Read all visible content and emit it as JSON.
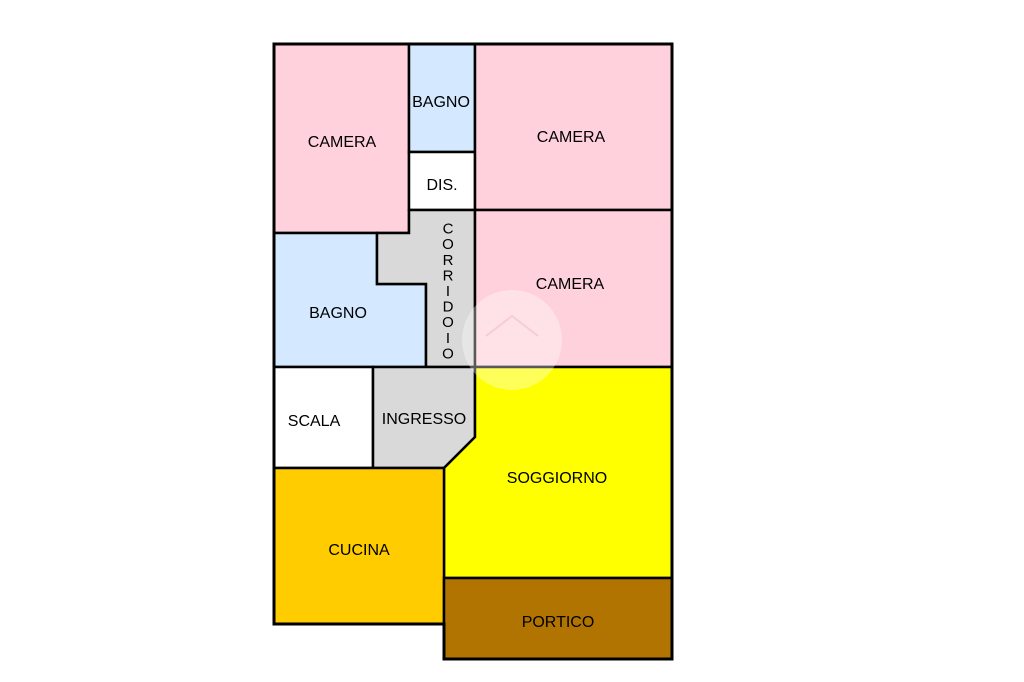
{
  "colors": {
    "camera": "#FFD1DC",
    "bagno": "#D4E8FF",
    "white": "#FFFFFF",
    "corridoio": "#D9D9D9",
    "soggiorno": "#FFFF00",
    "cucina": "#FFCC00",
    "portico": "#B27400"
  },
  "rooms": {
    "camera_top_left": "CAMERA",
    "bagno_small": "BAGNO",
    "dis": "DIS.",
    "camera_top_right": "CAMERA",
    "bagno_left": "BAGNO",
    "corridoio": "CORRIDOIO",
    "camera_mid_right": "CAMERA",
    "scala": "SCALA",
    "ingresso": "INGRESSO",
    "soggiorno": "SOGGIORNO",
    "cucina": "CUCINA",
    "portico": "PORTICO"
  },
  "watermark_icon": "home-icon"
}
